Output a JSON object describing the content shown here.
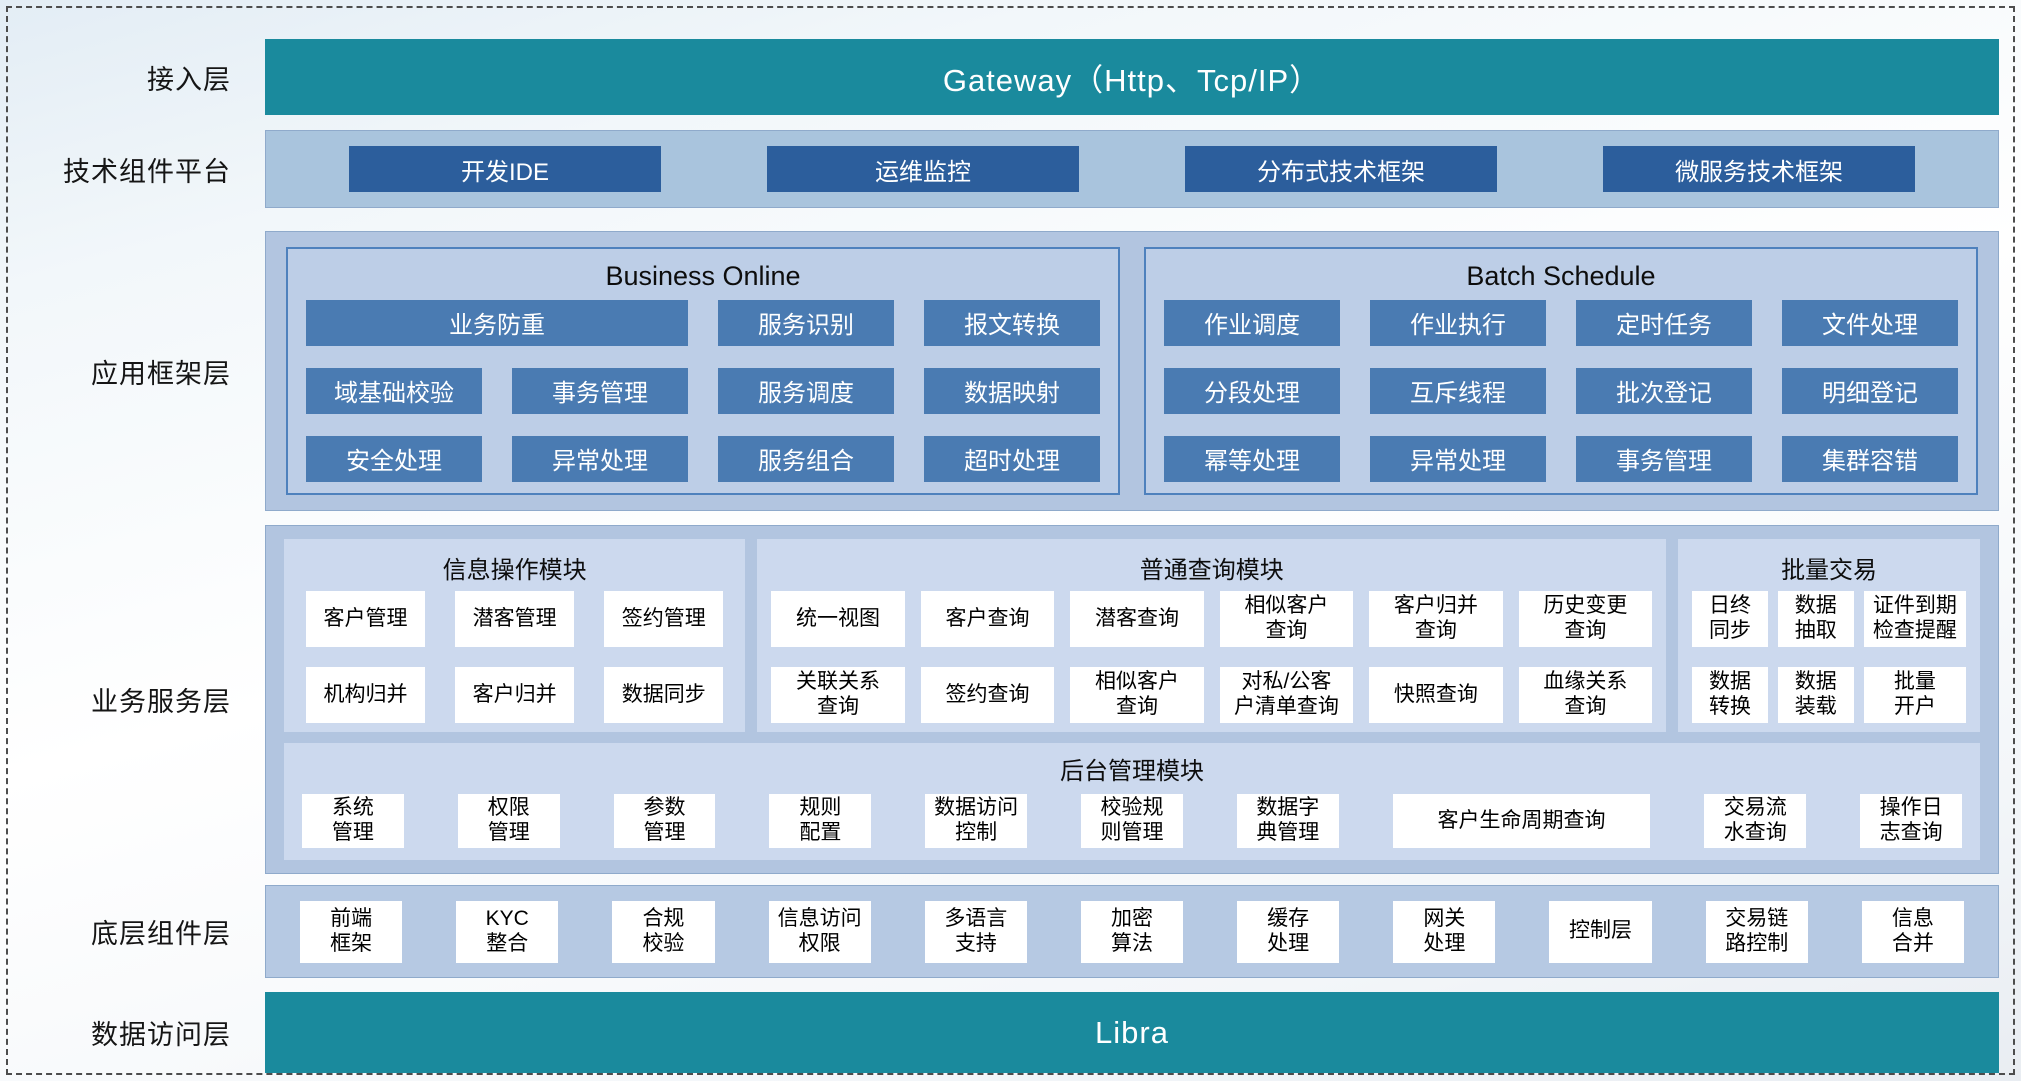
{
  "colors": {
    "teal_bar": "#1A8A9D",
    "dark_blue_chip": "#2C5E9C",
    "mid_blue_chip": "#4A7BB2",
    "outer_panel": "#B2C5E0",
    "module_panel": "#CCD9EE",
    "cell_bg": "#FFFFFF"
  },
  "labels": {
    "access": "接入层",
    "tech": "技术组件平台",
    "app": "应用框架层",
    "service": "业务服务层",
    "component": "底层组件层",
    "data": "数据访问层"
  },
  "access": {
    "gateway": "Gateway（Http、Tcp/IP）"
  },
  "tech": {
    "items": [
      "开发IDE",
      "运维监控",
      "分布式技术框架",
      "微服务技术框架"
    ]
  },
  "app": {
    "business_online": {
      "title": "Business Online",
      "r1": [
        "业务防重",
        "服务识别",
        "报文转换"
      ],
      "r2": [
        "域基础校验",
        "事务管理",
        "服务调度",
        "数据映射"
      ],
      "r3": [
        "安全处理",
        "异常处理",
        "服务组合",
        "超时处理"
      ]
    },
    "batch_schedule": {
      "title": "Batch Schedule",
      "r1": [
        "作业调度",
        "作业执行",
        "定时任务",
        "文件处理"
      ],
      "r2": [
        "分段处理",
        "互斥线程",
        "批次登记",
        "明细登记"
      ],
      "r3": [
        "幂等处理",
        "异常处理",
        "事务管理",
        "集群容错"
      ]
    }
  },
  "service": {
    "info_module": {
      "title": "信息操作模块",
      "r1": [
        "客户管理",
        "潜客管理",
        "签约管理"
      ],
      "r2": [
        "机构归并",
        "客户归并",
        "数据同步"
      ]
    },
    "query_module": {
      "title": "普通查询模块",
      "r1": [
        "统一视图",
        "客户查询",
        "潜客查询",
        "相似客户\n查询",
        "客户归并\n查询",
        "历史变更\n查询"
      ],
      "r2": [
        "关联关系\n查询",
        "签约查询",
        "相似客户\n查询",
        "对私/公客\n户清单查询",
        "快照查询",
        "血缘关系\n查询"
      ]
    },
    "batch_module": {
      "title": "批量交易",
      "r1": [
        "日终\n同步",
        "数据\n抽取",
        "证件到期\n检查提醒"
      ],
      "r2": [
        "数据\n转换",
        "数据\n装载",
        "批量\n开户"
      ]
    },
    "admin_module": {
      "title": "后台管理模块",
      "cells": [
        "系统\n管理",
        "权限\n管理",
        "参数\n管理",
        "规则\n配置",
        "数据访问\n控制",
        "校验规\n则管理",
        "数据字\n典管理",
        "客户生命周期查询",
        "交易流\n水查询",
        "操作日\n志查询"
      ]
    }
  },
  "component": {
    "cells": [
      "前端\n框架",
      "KYC\n整合",
      "合规\n校验",
      "信息访问\n权限",
      "多语言\n支持",
      "加密\n算法",
      "缓存\n处理",
      "网关\n处理",
      "控制层",
      "交易链\n路控制",
      "信息\n合并"
    ]
  },
  "data_layer": {
    "bar": "Libra"
  }
}
